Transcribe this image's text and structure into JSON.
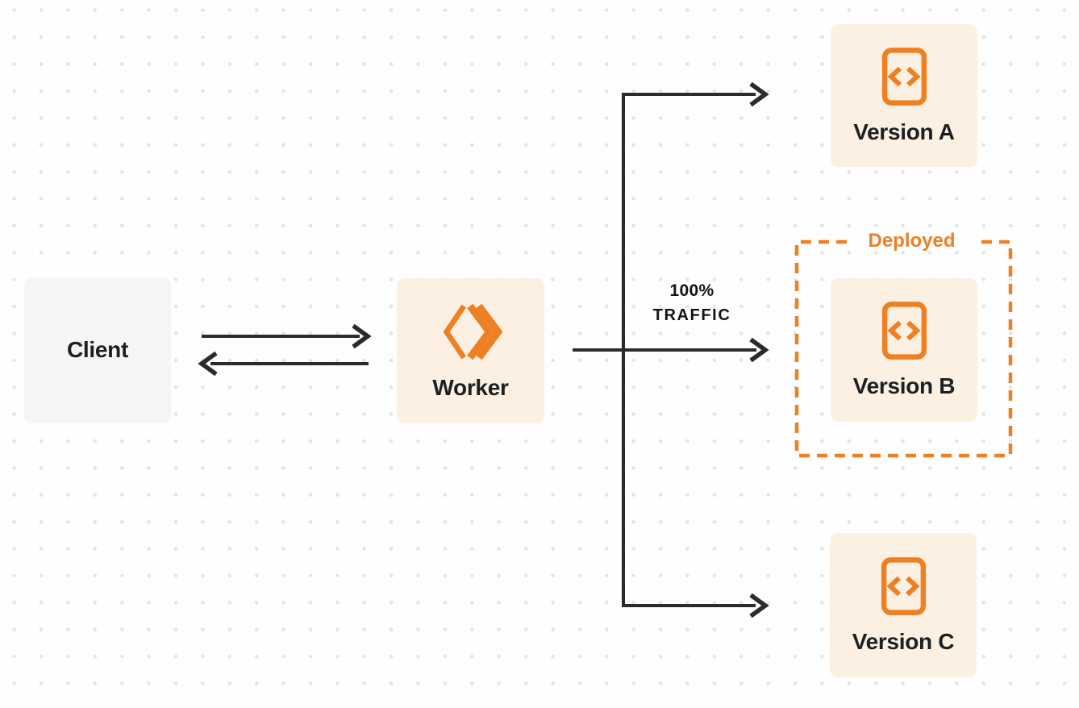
{
  "page": {
    "background": "#FEFEFE",
    "dot_color": "#E3E3E3"
  },
  "colors": {
    "accent_orange": "#EE7F22",
    "node_cream_background": "#FBF0E1",
    "node_gray_background": "#F5F5F6",
    "connector_dark": "#2B2B2B",
    "label_text": "#1D1F21"
  },
  "nodes": {
    "client": {
      "label": "Client"
    },
    "worker": {
      "label": "Worker",
      "icon": "workers-logo-icon"
    },
    "version_a": {
      "label": "Version A",
      "icon": "code-file-icon"
    },
    "version_b": {
      "label": "Version B",
      "icon": "code-file-icon"
    },
    "version_c": {
      "label": "Version C",
      "icon": "code-file-icon"
    }
  },
  "annotations": {
    "deployed_label": "Deployed",
    "traffic_percent": "100%",
    "traffic_word": "TRAFFIC"
  },
  "connectors": {
    "client_worker": "bidirectional-arrows",
    "worker_fanout": "worker splits to Version A, Version B (100% TRAFFIC), Version C"
  }
}
